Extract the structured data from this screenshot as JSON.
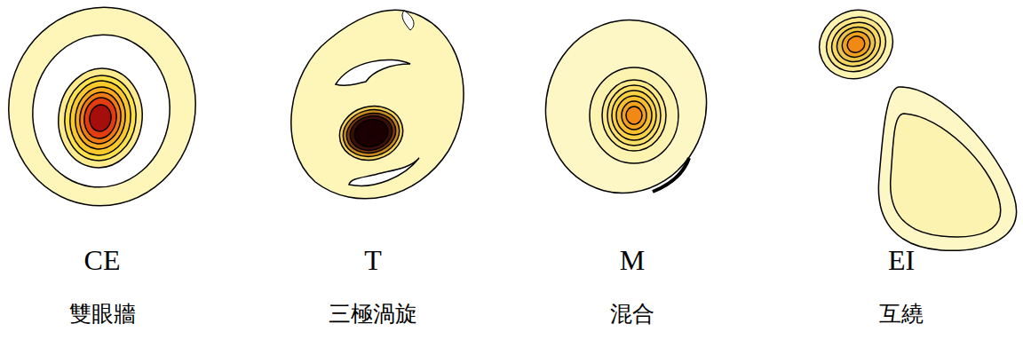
{
  "diagram": {
    "labels": [
      "CE",
      "雙眼牆",
      "T",
      "三極渦旋",
      "M",
      "混合",
      "EI",
      "互繞"
    ]
  }
}
